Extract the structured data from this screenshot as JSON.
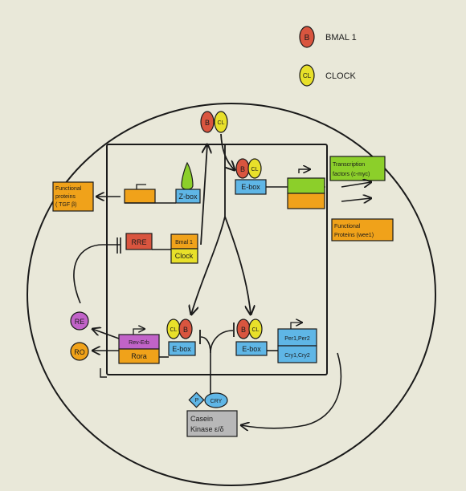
{
  "legend": {
    "bmal1": {
      "letter": "B",
      "label": "BMAL 1",
      "color": "#d9553f"
    },
    "clock": {
      "letter": "CL",
      "label": "CLOCK",
      "color": "#e8e02a"
    }
  },
  "colors": {
    "ink": "#1a1a1a",
    "blue": "#5fb6e6",
    "green": "#8ccf2a",
    "orange": "#f0a21a",
    "red": "#d9553f",
    "yellow": "#e8e02a",
    "purple": "#c163c8",
    "grey": "#b8b8b8"
  },
  "nodes": {
    "top_pair": {
      "b": "B",
      "cl": "CL"
    },
    "ebox_tr": {
      "b": "B",
      "cl": "CL",
      "label": "E-box"
    },
    "tf_box": {
      "line1": "Transcription",
      "line2": "factors (c-myc)"
    },
    "func_wee1": {
      "line1": "Functional",
      "line2": "Proteins (wee1)"
    },
    "func_tgf": {
      "line1": "Functional",
      "line2": "proteins",
      "line3": "( TGF β)"
    },
    "zbox": {
      "label": "Z-box"
    },
    "rre": {
      "label": "RRE"
    },
    "bmal1_clock": {
      "line1": "Bmal 1",
      "line2": "Clock"
    },
    "re": {
      "label": "RE"
    },
    "ro": {
      "label": "RO"
    },
    "rev_ror": {
      "line1": "Rev-Erb",
      "line2": "Rora"
    },
    "ebox_bl": {
      "cl": "CL",
      "b": "B",
      "label": "E-box"
    },
    "ebox_br": {
      "b": "B",
      "cl": "CL",
      "label": "E-box"
    },
    "per_cry": {
      "line1": "Per1,Per2",
      "line2": "Cry1,Cry2"
    },
    "p_cry": {
      "p": "P",
      "cry": "CRY"
    },
    "casein": {
      "line1": "Casein",
      "line2": "Kinase ε/δ"
    }
  }
}
